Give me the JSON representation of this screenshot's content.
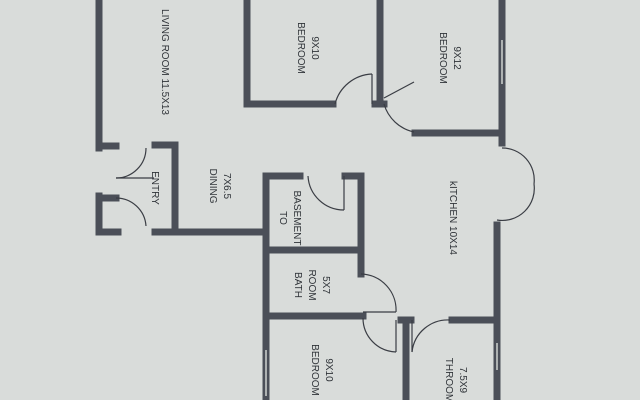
{
  "colors": {
    "paper": "#d9dcda",
    "wall": "#4b4f58",
    "wall_dark": "#2f3338",
    "door": "#3a3d44"
  },
  "rooms": {
    "living_room": "LIVING ROOM 11.5X13",
    "bedroom_top": {
      "name": "BEDROOM",
      "size": "9X10"
    },
    "bedroom_right": {
      "name": "BEDROOM",
      "size": "9X12"
    },
    "entry": "ENTRY",
    "dining": {
      "name": "DINING",
      "size": "7X6.5"
    },
    "basement": {
      "line1": "TO",
      "line2": "BASEMENT"
    },
    "kitchen": "kITCHEN  10X14",
    "bathroom": {
      "line1": "BATH",
      "line2": "ROOM",
      "size": "5X7"
    },
    "bedroom_bottom": {
      "name": "BEDROOM",
      "size": "9X10"
    },
    "bathroom_bottom": {
      "name": "THROOM",
      "size": "7.5X9"
    }
  }
}
